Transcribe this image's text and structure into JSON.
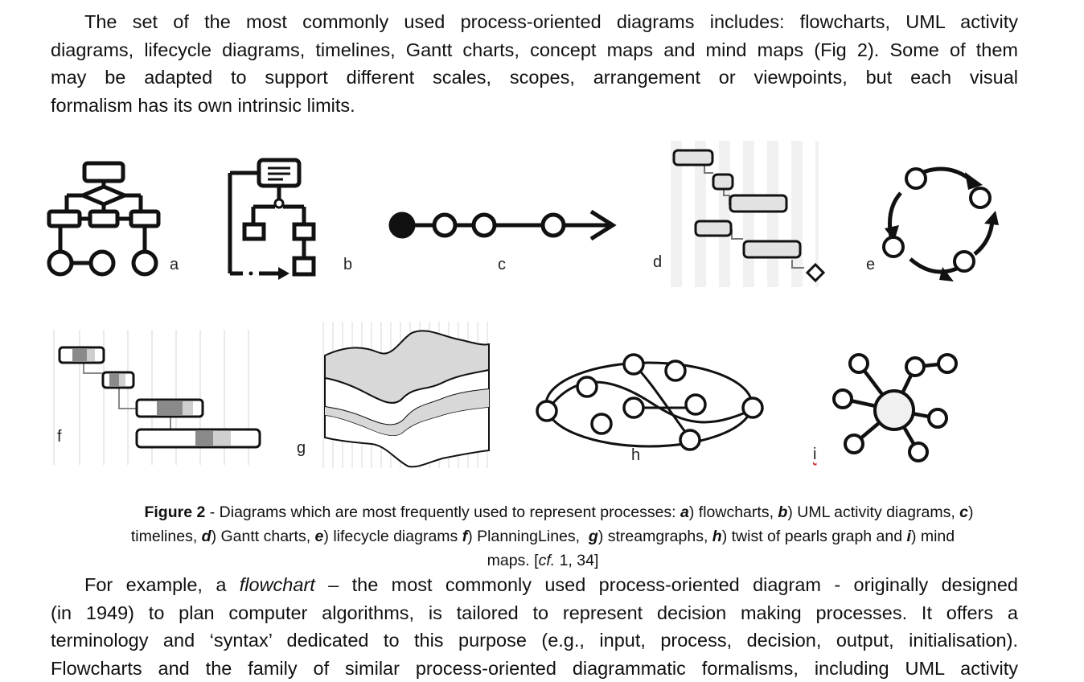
{
  "p1_lines": [
    "The set of the most commonly used process-oriented diagrams includes: flowcharts, UML activity",
    "diagrams, lifecycle diagrams, timelines, Gantt charts, concept maps and mind maps (Fig 2). Some of them",
    "may be adapted to support different scales, scopes, arrangement or viewpoints, but each visual",
    "formalism has its own intrinsic limits."
  ],
  "labels": {
    "a": "a",
    "b": "b",
    "c": "c",
    "d": "d",
    "e": "e",
    "f": "f",
    "g": "g",
    "h": "h",
    "i": "i"
  },
  "caption": {
    "fig_label": "Figure 2",
    "line1": " - Diagrams which are most frequently used to represent processes: ",
    "a": "a",
    "a_t": ") flowcharts, ",
    "b": "b",
    "b_t": ") UML activity diagrams, ",
    "c": "c",
    "c_t": ")",
    "line2_pre": "timelines, ",
    "d": "d",
    "d_t": ") Gantt charts, ",
    "e": "e",
    "e_t": ") lifecycle diagrams ",
    "f": "f",
    "f_t": ") PlanningLines,  ",
    "g": "g",
    "g_t": ") streamgraphs, ",
    "h": "h",
    "h_t": ") twist of pearls graph and ",
    "i": "i",
    "i_t": ") mind",
    "line3_pre": "maps. [",
    "cf": "cf.",
    "line3_post": " 1, 34]"
  },
  "p2": {
    "l1_pre": "For example, a ",
    "l1_em": "flowchart",
    "l1_post": " – the most commonly used process-oriented diagram - originally designed",
    "l2": "(in 1949) to plan computer algorithms, is tailored to represent decision making processes. It offers a",
    "l3": "terminology and ‘syntax’ dedicated to this purpose (e.g., input, process, decision, output, initialisation).",
    "l4": "Flowcharts and the family of similar process-oriented diagrammatic formalisms, including UML activity"
  }
}
